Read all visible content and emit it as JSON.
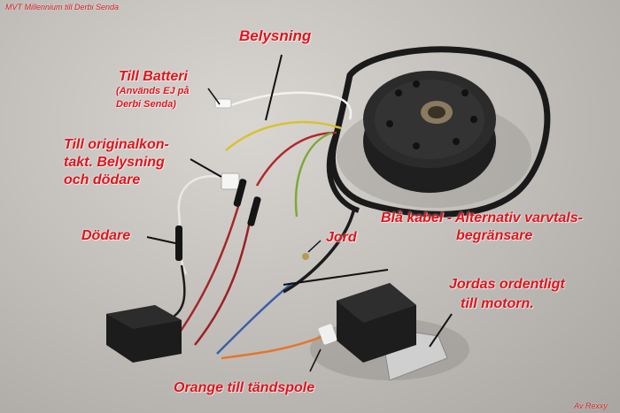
{
  "header": {
    "caption": "MVT Millennium till Derbi Senda"
  },
  "credit": "Av Rexxy",
  "labels": {
    "belysning": "Belysning",
    "till_batteri": "Till Batteri",
    "till_batteri_note_1": "(Används EJ på",
    "till_batteri_note_2": "Derbi Senda)",
    "originalkontakt_1": "Till originalkon-",
    "originalkontakt_2": "takt. Belysning",
    "originalkontakt_3": "och dödare",
    "dodare": "Dödare",
    "jord": "Jord",
    "bla_kabel_1": "Blå kabel - Alternativ varvtals-",
    "bla_kabel_2": "begränsare",
    "jordas_1": "Jordas ordentligt",
    "jordas_2": "till motorn.",
    "orange": "Orange till tändspole"
  },
  "colors": {
    "label_red": "#e0141c",
    "wire_yellow": "#d8c230",
    "wire_white": "#f2f2f0",
    "wire_red": "#b2282a",
    "wire_green": "#7fa838",
    "wire_blue": "#3e5ea8",
    "wire_orange": "#e3762b",
    "wire_black": "#1b1b1b",
    "rotor": "#2a2a2a"
  }
}
